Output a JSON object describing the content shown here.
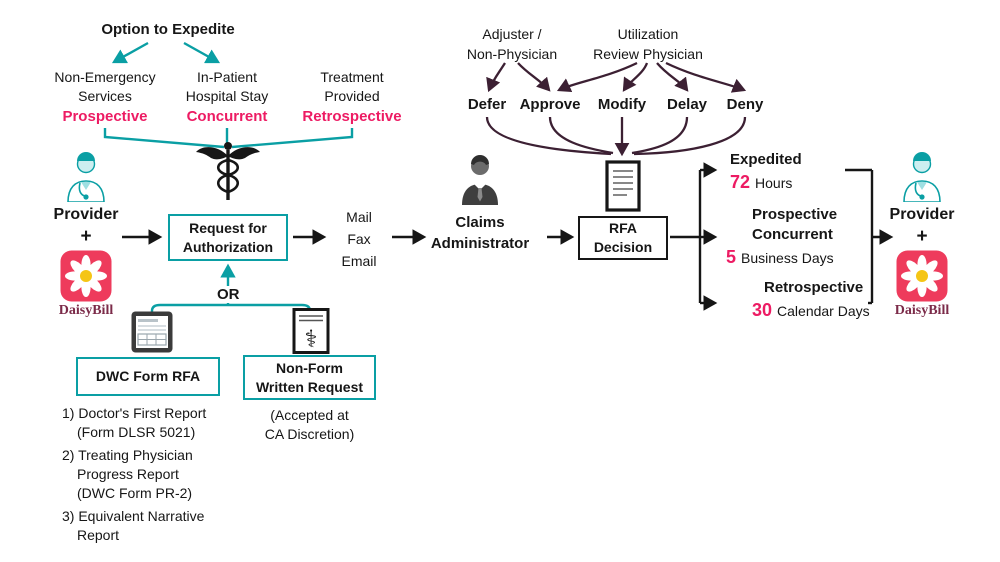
{
  "colors": {
    "teal": "#0a9fa4",
    "pink": "#ed1b63",
    "maroon_arrow": "#3c2033",
    "brand_text": "#7b2b49",
    "logo_pink": "#ee3b5c",
    "logo_yellow": "#f5c515",
    "black": "#161616"
  },
  "expedite": {
    "title": "Option to Expedite",
    "options": [
      {
        "line1": "Non-Emergency",
        "line2": "Services",
        "type": "Prospective"
      },
      {
        "line1": "In-Patient",
        "line2": "Hospital Stay",
        "type": "Concurrent"
      },
      {
        "line1": "Treatment",
        "line2": "Provided",
        "type": "Retrospective"
      }
    ]
  },
  "provider": {
    "name": "Provider",
    "plus": "+",
    "brand": "DaisyBill"
  },
  "request_box": {
    "line1": "Request for",
    "line2": "Authorization"
  },
  "or_label": "OR",
  "dwc_box_label": "DWC Form RFA",
  "nonform_box": {
    "line1": "Non-Form",
    "line2": "Written Request",
    "note1": "(Accepted at",
    "note2": "CA Discretion)"
  },
  "report_list": [
    "1) Doctor's First Report",
    "(Form DLSR 5021)",
    "2) Treating Physician",
    "Progress Report",
    "(DWC Form PR-2)",
    "3) Equivalent Narrative",
    "Report"
  ],
  "transmission": {
    "line1": "Mail",
    "line2": "Fax",
    "line3": "Email"
  },
  "claims_admin": {
    "line1": "Claims",
    "line2": "Administrator"
  },
  "review": {
    "adjuster_line1": "Adjuster /",
    "adjuster_line2": "Non-Physician",
    "ur_line1": "Utilization",
    "ur_line2": "Review Physician",
    "decisions": [
      "Defer",
      "Approve",
      "Modify",
      "Delay",
      "Deny"
    ]
  },
  "rfa_decision": {
    "line1": "RFA",
    "line2": "Decision"
  },
  "timelines": [
    {
      "title1": "Expedited",
      "title2": "",
      "number": "72",
      "unit": "Hours"
    },
    {
      "title1": "Prospective",
      "title2": "Concurrent",
      "number": "5",
      "unit": "Business Days"
    },
    {
      "title1": "Retrospective",
      "title2": "",
      "number": "30",
      "unit": "Calendar Days"
    }
  ]
}
